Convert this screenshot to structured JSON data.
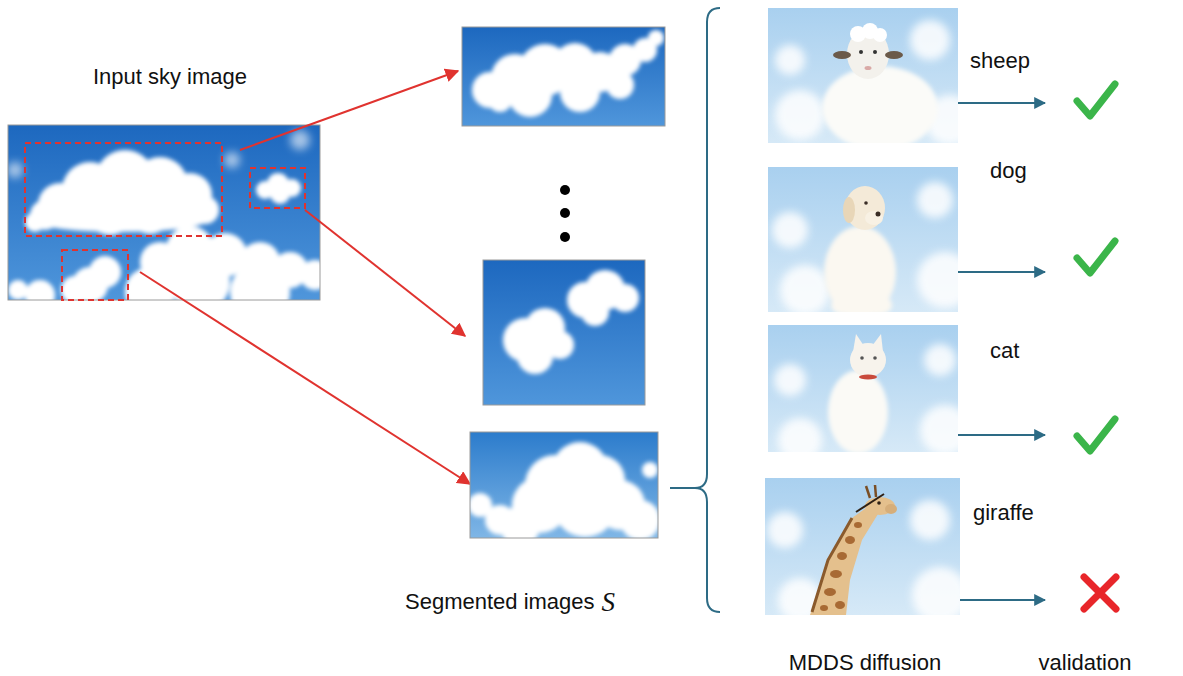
{
  "diagram": {
    "nodes": [
      {
        "text": [
          "Input sky image"
        ]
      }
    ],
    "labels": [
      "Segmented images",
      "S",
      "sheep",
      "dog",
      "cat",
      "giraffe",
      "MDDS diffusion",
      "validation"
    ]
  }
}
